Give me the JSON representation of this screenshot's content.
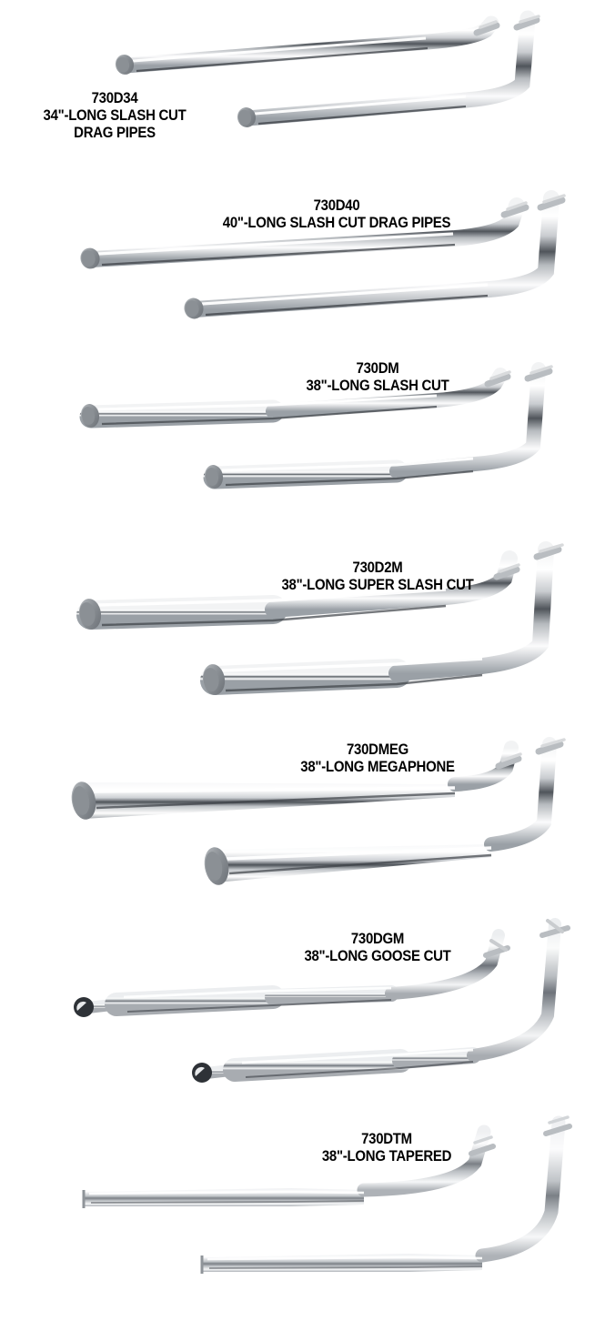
{
  "page": {
    "background_color": "#ffffff",
    "text_color": "#000000",
    "type": "product-catalog-page",
    "subject": "Motorcycle chrome exhaust drag pipes"
  },
  "products": [
    {
      "code": "730D34",
      "description_line1": "34\"-LONG SLASH CUT",
      "description_line2": "DRAG PIPES",
      "caption_align": "left-block",
      "style": "slash-cut",
      "image_name": "exhaust-pipe-pair-730D34"
    },
    {
      "code": "730D40",
      "description_line1": "40\"-LONG SLASH CUT DRAG PIPES",
      "description_line2": "",
      "caption_align": "center-block",
      "style": "slash-cut-long",
      "image_name": "exhaust-pipe-pair-730D40"
    },
    {
      "code": "730DM",
      "description_line1": "38\"-LONG SLASH CUT",
      "description_line2": "",
      "caption_align": "center-block",
      "style": "muffler-slash-cut",
      "image_name": "exhaust-pipe-pair-730DM"
    },
    {
      "code": "730D2M",
      "description_line1": "38\"-LONG SUPER SLASH CUT",
      "description_line2": "",
      "caption_align": "center-block",
      "style": "super-slash-cut",
      "image_name": "exhaust-pipe-pair-730D2M"
    },
    {
      "code": "730DMEG",
      "description_line1": "38\"-LONG MEGAPHONE",
      "description_line2": "",
      "caption_align": "center-block",
      "style": "megaphone",
      "image_name": "exhaust-pipe-pair-730DMEG"
    },
    {
      "code": "730DGM",
      "description_line1": "38\"-LONG GOOSE CUT",
      "description_line2": "",
      "caption_align": "center-block",
      "style": "goose-cut",
      "image_name": "exhaust-pipe-pair-730DGM"
    },
    {
      "code": "730DTM",
      "description_line1": "38\"-LONG TAPERED",
      "description_line2": "",
      "caption_align": "center-block",
      "style": "tapered",
      "image_name": "exhaust-pipe-pair-730DTM"
    }
  ]
}
